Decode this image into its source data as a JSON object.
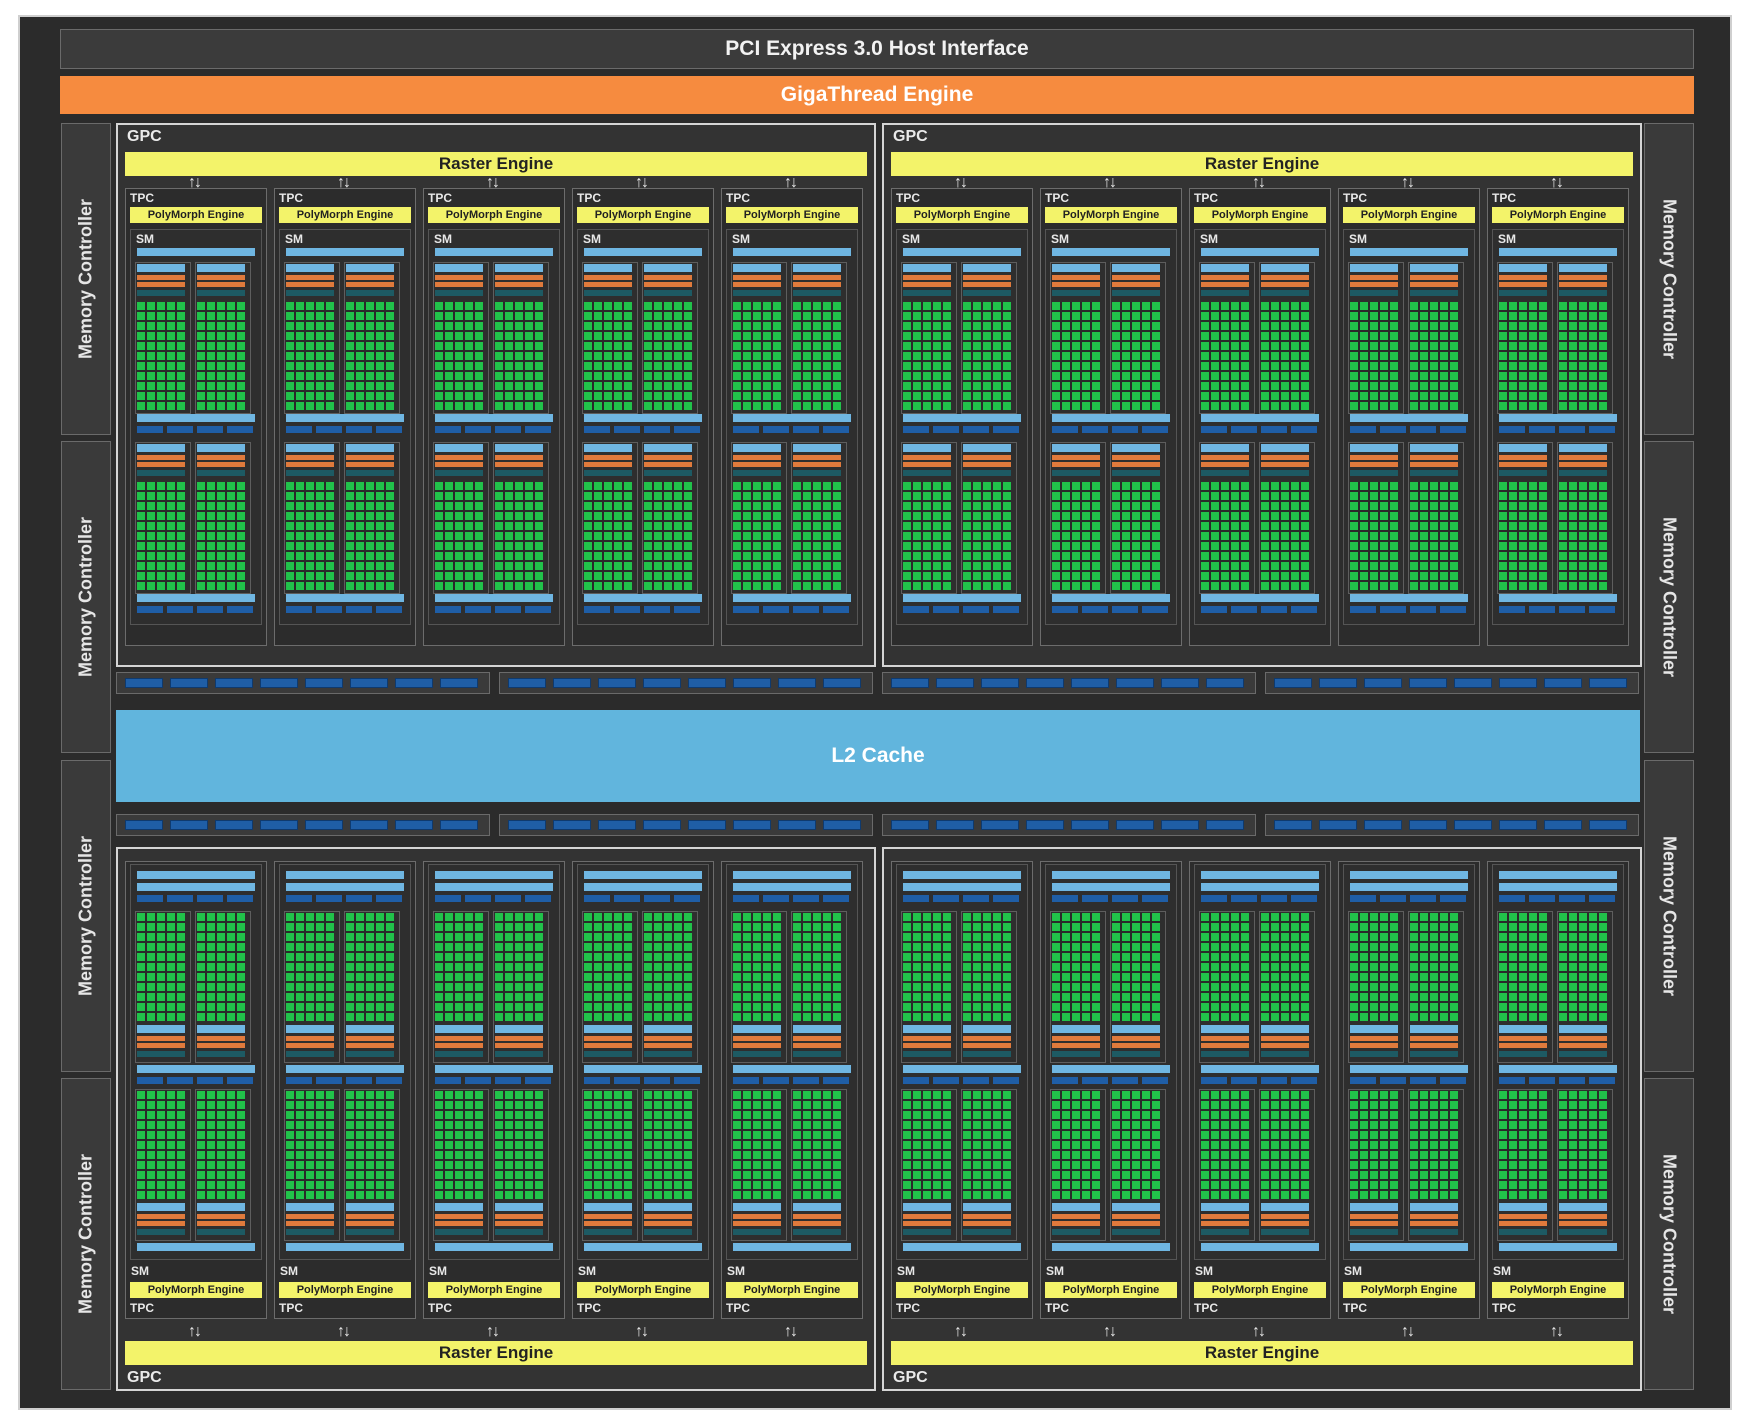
{
  "host_interface": "PCI Express 3.0 Host Interface",
  "scheduler": "GigaThread Engine",
  "cache": "L2 Cache",
  "memory_controller_label": "Memory Controller",
  "gpc_label": "GPC",
  "raster_label": "Raster Engine",
  "tpc_label": "TPC",
  "polymorph_label": "PolyMorph Engine",
  "sm_label": "SM",
  "layout": {
    "gpcs": 4,
    "tpcs_per_gpc": 5,
    "memory_controllers": 8
  },
  "colors": {
    "background": "#2b2b2b",
    "gigathread": "#f68b3f",
    "raster": "#f3f36a",
    "l2": "#61b5dd",
    "core": "#21c24a",
    "unit_blue": "#1f5ea6",
    "unit_light": "#6fb6e2",
    "unit_orange": "#e07a3c",
    "unit_teal": "#1d5a63"
  }
}
